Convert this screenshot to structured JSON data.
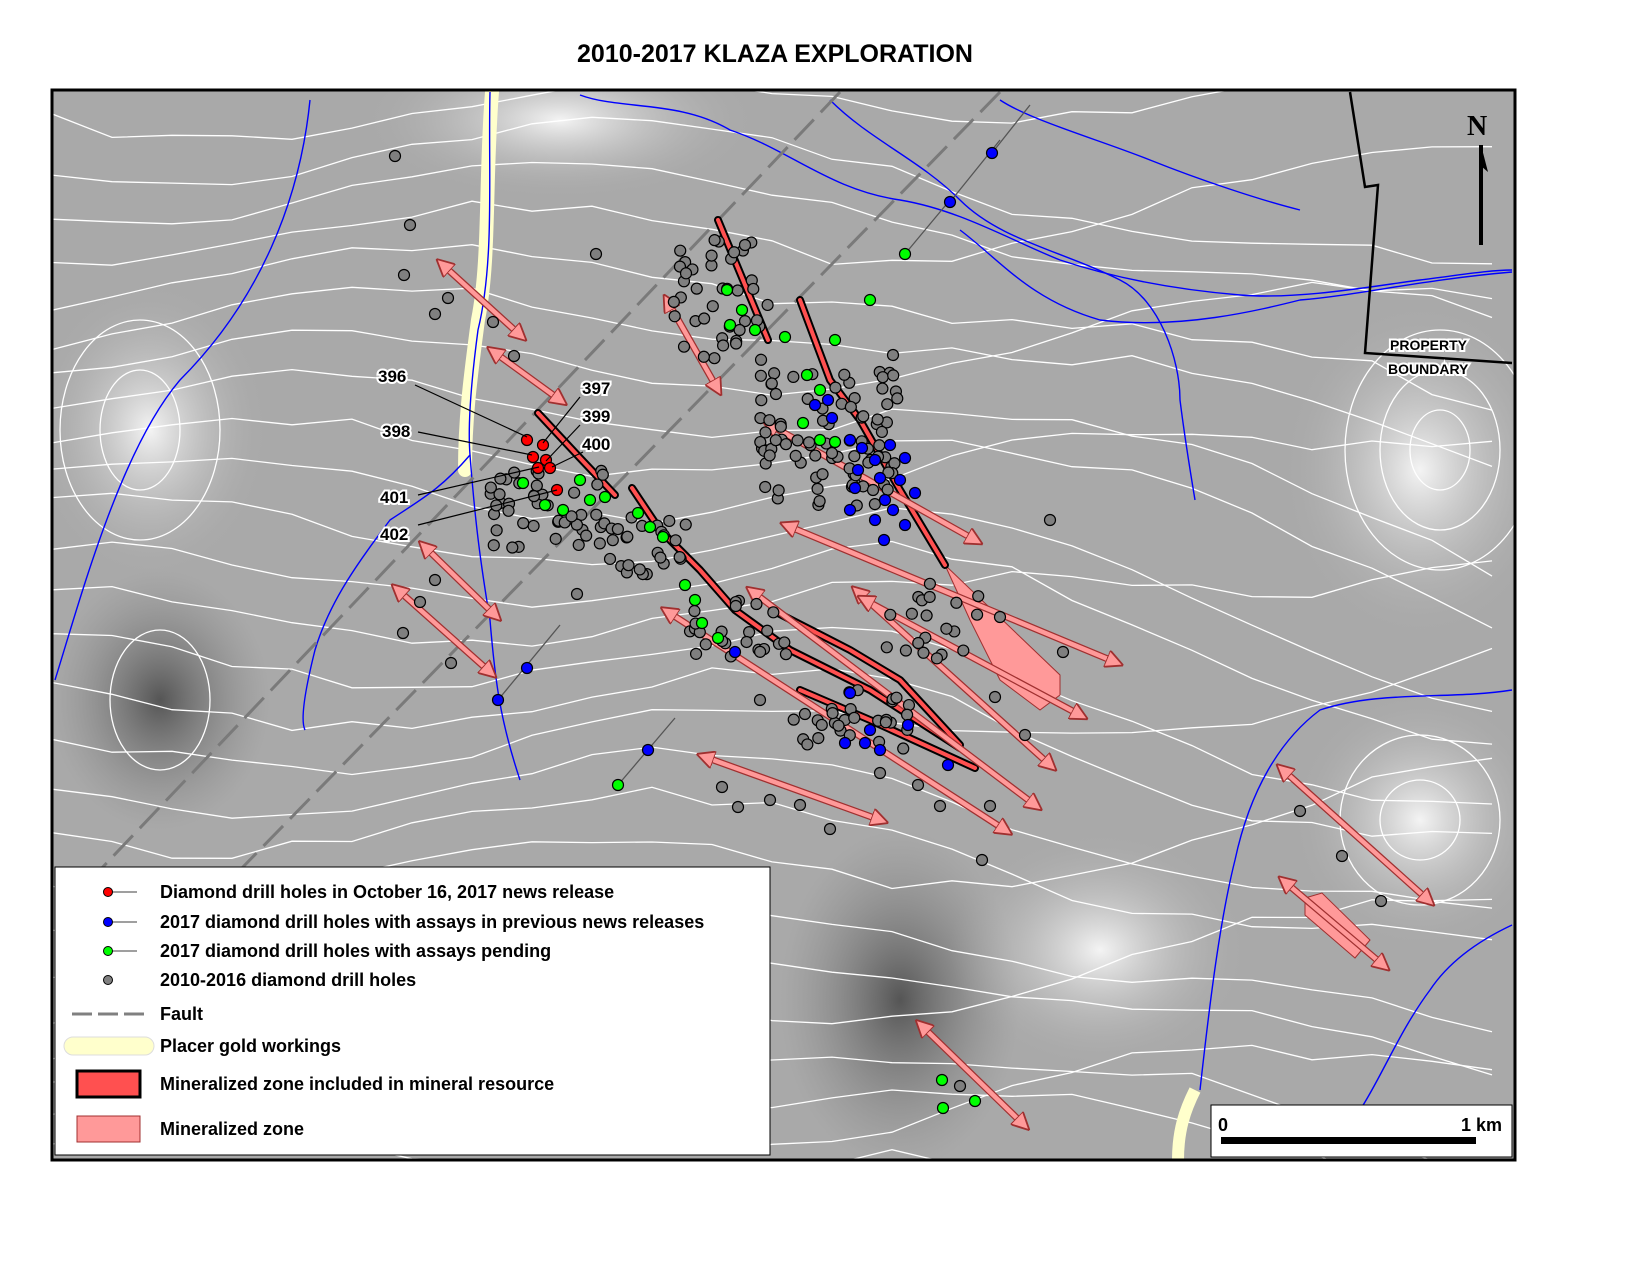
{
  "title": "2010-2017 KLAZA EXPLORATION",
  "labels": {
    "property_boundary_1": "PROPERTY",
    "property_boundary_2": "BOUNDARY",
    "north": "N",
    "hole_ids": [
      "396",
      "397",
      "398",
      "399",
      "400",
      "401",
      "402"
    ]
  },
  "legend": {
    "items": [
      {
        "symbol": "red-dot",
        "label": "Diamond drill holes in October 16, 2017 news release",
        "color": "#ff0000"
      },
      {
        "symbol": "blue-dot",
        "label": "2017 diamond drill holes with assays in previous news releases",
        "color": "#0000ff"
      },
      {
        "symbol": "green-dot",
        "label": "2017 diamond drill holes with assays pending",
        "color": "#00ff00"
      },
      {
        "symbol": "gray-dot",
        "label": "2010-2016 diamond drill holes",
        "color": "#808080"
      },
      {
        "symbol": "dashed-line",
        "label": "Fault",
        "color": "#808080"
      },
      {
        "symbol": "yellow-band",
        "label": "Placer gold workings",
        "color": "#ffffcc"
      },
      {
        "symbol": "red-box",
        "label": "Mineralized zone included in mineral resource",
        "color": "#ff5050"
      },
      {
        "symbol": "pink-box",
        "label": "Mineralized zone",
        "color": "#ff9999"
      }
    ]
  },
  "scale_bar": {
    "start": "0",
    "end": "1 km"
  }
}
